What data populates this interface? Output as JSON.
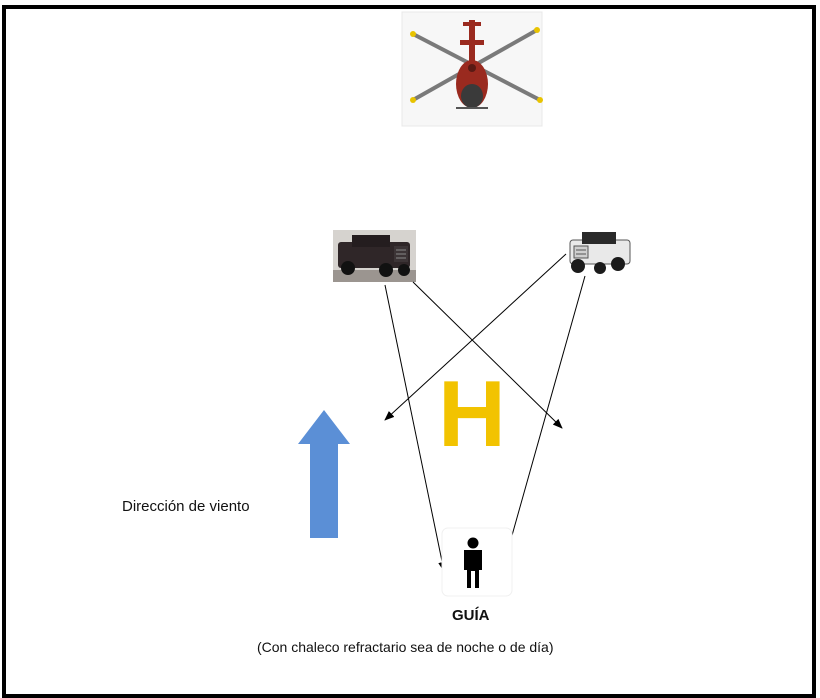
{
  "labels": {
    "wind_direction": "Dirección de viento",
    "guide_title": "GUÍA",
    "guide_note": "(Con chaleco refractario sea de noche o de día)",
    "helipad_letter": "H"
  },
  "icons": {
    "helicopter": "helicopter-icon",
    "vehicle_left": "vehicle-icon",
    "vehicle_right": "vehicle-icon",
    "guide": "person-icon",
    "wind": "up-arrow-icon"
  },
  "colors": {
    "helipad": "#f2c300",
    "wind_arrow": "#5b8fd6",
    "frame": "#000000",
    "helicopter_body": "#9a2a1f",
    "jeep_dark": "#3a2f30",
    "jeep_white": "#e9e9e9"
  }
}
